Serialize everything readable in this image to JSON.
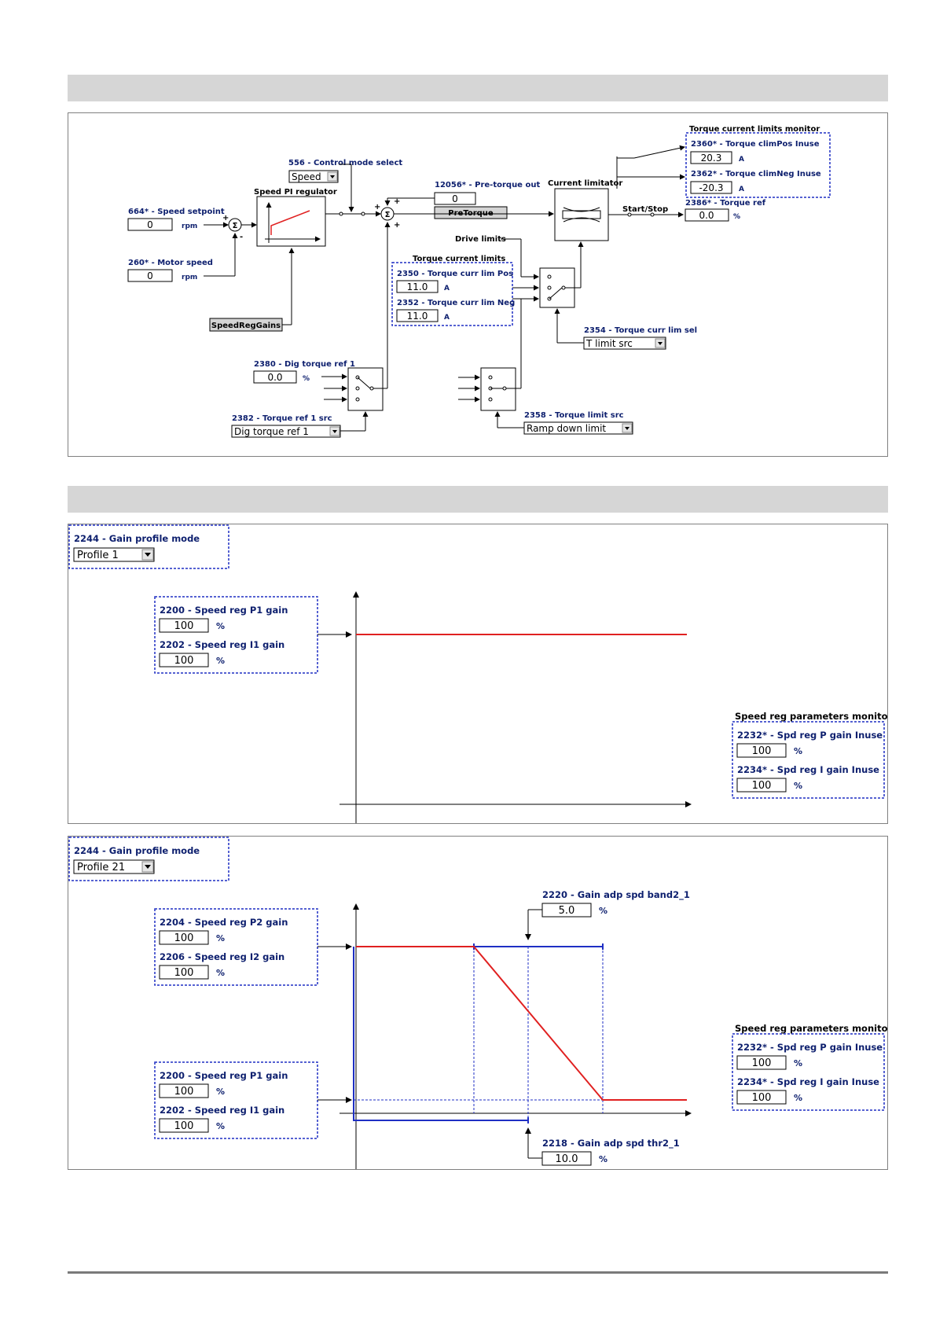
{
  "control_diagram": {
    "torque_current_limits_monitor": "Torque current limits monitor",
    "torque_clim_pos_inuse": {
      "label": "2360* - Torque climPos Inuse",
      "value": "20.3",
      "unit": "A"
    },
    "torque_clim_neg_inuse": {
      "label": "2362* - Torque climNeg Inuse",
      "value": "-20.3",
      "unit": "A"
    },
    "control_mode_select": {
      "label": "556 - Control mode select",
      "value": "Speed"
    },
    "pre_torque_out": {
      "label": "12056* - Pre-torque out",
      "value": "0",
      "button": "PreTorque"
    },
    "speed_setpoint": {
      "label": "664* - Speed setpoint",
      "value": "0",
      "unit": "rpm"
    },
    "speed_pi_regulator": "Speed PI regulator",
    "current_limitator": "Current limitator",
    "start_stop": "Start/Stop",
    "torque_ref": {
      "label": "2386* - Torque ref",
      "value": "0.0",
      "unit": "%"
    },
    "motor_speed": {
      "label": "260* - Motor speed",
      "value": "0",
      "unit": "rpm"
    },
    "drive_limits": "Drive limits",
    "torque_current_limits": "Torque current limits",
    "torque_curr_lim_pos": {
      "label": "2350 - Torque curr lim Pos",
      "value": "11.0",
      "unit": "A"
    },
    "torque_curr_lim_neg": {
      "label": "2352 - Torque curr lim Neg",
      "value": "11.0",
      "unit": "A"
    },
    "speed_reg_gains_button": "SpeedRegGains",
    "torque_curr_lim_sel": {
      "label": "2354 - Torque curr lim sel",
      "value": "T limit src"
    },
    "dig_torque_ref_1": {
      "label": "2380 - Dig torque ref 1",
      "value": "0.0",
      "unit": "%"
    },
    "torque_limit_src": {
      "label": "2358 - Torque limit src",
      "value": "Ramp down limit"
    },
    "torque_ref_1_src": {
      "label": "2382 - Torque ref 1 src",
      "value": "Dig torque ref 1"
    },
    "sigma": "Σ",
    "plus": "+",
    "minus": "-"
  },
  "profile1": {
    "gain_profile_mode": {
      "label": "2244 - Gain profile mode",
      "value": "Profile 1"
    },
    "p1_gain": {
      "label": "2200 - Speed reg P1 gain",
      "value": "100",
      "unit": "%"
    },
    "i1_gain": {
      "label": "2202 - Speed reg I1 gain",
      "value": "100",
      "unit": "%"
    },
    "monitor_title": "Speed reg parameters monitor",
    "p_gain_inuse": {
      "label": "2232* - Spd reg P gain Inuse",
      "value": "100",
      "unit": "%"
    },
    "i_gain_inuse": {
      "label": "2234* - Spd reg I gain Inuse",
      "value": "100",
      "unit": "%"
    }
  },
  "profile21": {
    "gain_profile_mode": {
      "label": "2244 - Gain profile mode",
      "value": "Profile 21"
    },
    "p2_gain": {
      "label": "2204 - Speed reg P2 gain",
      "value": "100",
      "unit": "%"
    },
    "i2_gain": {
      "label": "2206 - Speed reg I2 gain",
      "value": "100",
      "unit": "%"
    },
    "p1_gain": {
      "label": "2200 - Speed reg P1 gain",
      "value": "100",
      "unit": "%"
    },
    "i1_gain": {
      "label": "2202 - Speed reg I1 gain",
      "value": "100",
      "unit": "%"
    },
    "band": {
      "label": "2220 - Gain adp spd band2_1",
      "value": "5.0",
      "unit": "%"
    },
    "thr": {
      "label": "2218 - Gain adp spd thr2_1",
      "value": "10.0",
      "unit": "%"
    },
    "monitor_title": "Speed reg parameters monitor",
    "p_gain_inuse": {
      "label": "2232* - Spd reg P gain Inuse",
      "value": "100",
      "unit": "%"
    },
    "i_gain_inuse": {
      "label": "2234* - Spd reg I gain Inuse",
      "value": "100",
      "unit": "%"
    }
  },
  "colors": {
    "label_blue": "#0d1f6e",
    "dashed_blue": "#1f2fc4",
    "curve_red": "#e02020",
    "header_gray": "#d6d6d6"
  }
}
